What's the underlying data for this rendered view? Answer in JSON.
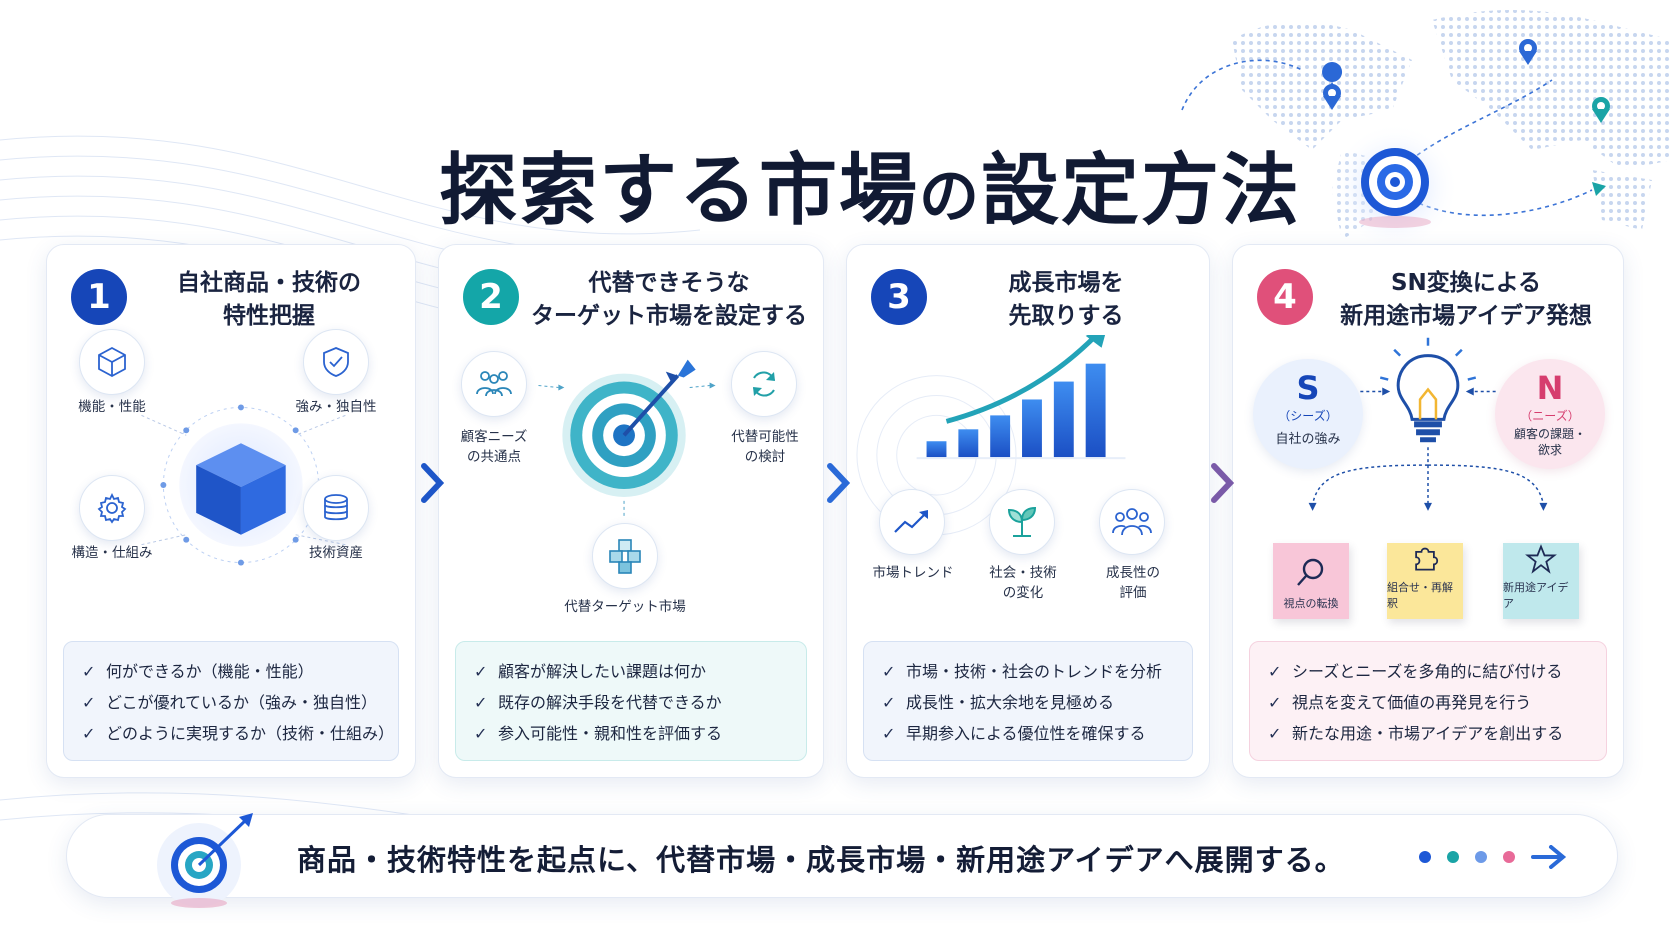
{
  "title": {
    "main": "探索する市場",
    "particle": "の",
    "rest": "設定方法"
  },
  "steps": [
    {
      "number": "1",
      "heading": [
        "自社商品・技術の",
        "特性把握"
      ],
      "nodes": [
        "機能・性能",
        "強み・独自性",
        "構造・仕組み",
        "技術資産"
      ],
      "checks": [
        "何ができるか（機能・性能）",
        "どこが優れているか（強み・独自性）",
        "どのように実現するか（技術・仕組み）"
      ],
      "color": "#1646b8"
    },
    {
      "number": "2",
      "heading": [
        "代替できそうな",
        "ターゲット市場を設定する"
      ],
      "nodes": [
        "顧客ニーズ\nの共通点",
        "代替可能性\nの検討",
        "代替ターゲット市場"
      ],
      "checks": [
        "顧客が解決したい課題は何か",
        "既存の解決手段を代替できるか",
        "参入可能性・親和性を評価する"
      ],
      "color": "#14a6a8"
    },
    {
      "number": "3",
      "heading": [
        "成長市場を",
        "先取りする"
      ],
      "nodes": [
        "市場トレンド",
        "社会・技術\nの変化",
        "成長性の\n評価"
      ],
      "checks": [
        "市場・技術・社会のトレンドを分析",
        "成長性・拡大余地を見極める",
        "早期参入による優位性を確保する"
      ],
      "color": "#1646b8"
    },
    {
      "number": "4",
      "heading": [
        "SN変換による",
        "新用途市場アイデア発想"
      ],
      "seeds": {
        "letter": "S",
        "sub": "（シーズ）",
        "label": "自社の強み"
      },
      "needs": {
        "letter": "N",
        "sub": "（ニーズ）",
        "label": "顧客の課題・\n欲求"
      },
      "notes": [
        "視点の転換",
        "組合せ・再解釈",
        "新用途アイデア"
      ],
      "checks": [
        "シーズとニーズを多角的に結び付ける",
        "視点を変えて価値の再発見を行う",
        "新たな用途・市場アイデアを創出する"
      ],
      "color": "#e0507a"
    }
  ],
  "footer": {
    "text": "商品・技術特性を起点に、代替市場・成長市場・新用途アイデアへ展開する。"
  },
  "icons": [
    "cube-icon",
    "shield-check-icon",
    "gear-icon",
    "database-icon",
    "people-icon",
    "refresh-icon",
    "blocks-icon",
    "trend-icon",
    "sprout-icon",
    "team-icon",
    "lightbulb-icon",
    "magnifier-icon",
    "puzzle-icon",
    "star-icon",
    "target-icon",
    "map-pin-icon"
  ]
}
